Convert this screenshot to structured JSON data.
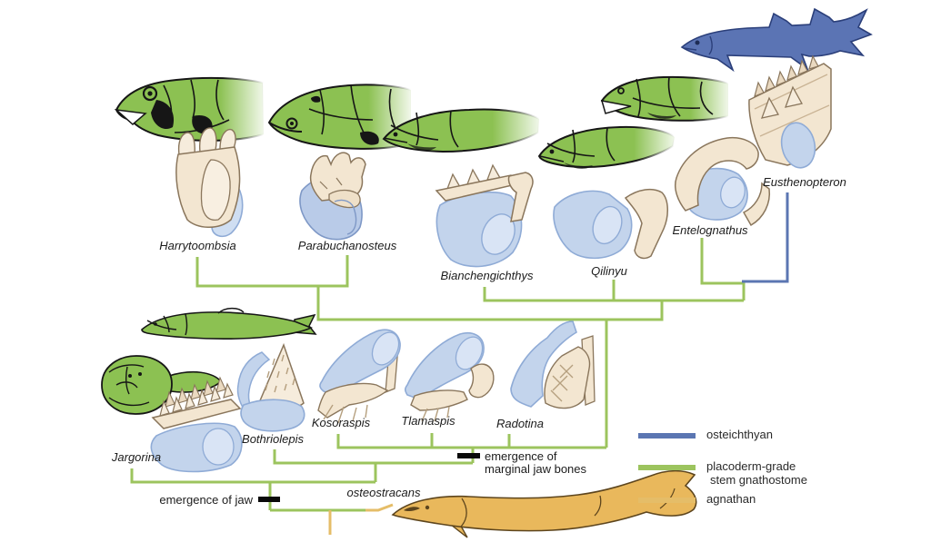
{
  "figure": {
    "taxa": {
      "harrytoombsia": "Harrytoombsia",
      "parabuchanosteus": "Parabuchanosteus",
      "bianchengichthys": "Bianchengichthys",
      "qilinyu": "Qilinyu",
      "entelognathus": "Entelognathus",
      "eusthenopteron": "Eusthenopteron",
      "jargorina": "Jargorina",
      "bothriolepis": "Bothriolepis",
      "kosoraspis": "Kosoraspis",
      "tlamaspis": "Tlamaspis",
      "radotina": "Radotina",
      "osteostracans": "osteostracans"
    },
    "annotations": {
      "marginal_jaw_line1": "emergence of",
      "marginal_jaw_line2": "marginal jaw bones",
      "jaw": "emergence of jaw"
    },
    "legend": {
      "items": [
        {
          "label": "osteichthyan",
          "color": "#5b76b2"
        },
        {
          "label": "placoderm-grade",
          "label2": "stem gnathostome",
          "color": "#9cc45e"
        },
        {
          "label": "agnathan",
          "color": "#e5bd68"
        }
      ]
    },
    "colors": {
      "osteichthyan_blue": "#5b76b2",
      "placoderm_green": "#9cc45e",
      "agnathan_tan": "#e5bd68",
      "marker_black": "#0a0a0a"
    },
    "topology_newick": "(osteostracans,(Jargorina,(Bothriolepis,((Kosoraspis,Tlamaspis,Radotina),((Harrytoombsia,Parabuchanosteus),(Bianchengichthys,Qilinyu,(Entelognathus,Eusthenopteron)))))))"
  }
}
